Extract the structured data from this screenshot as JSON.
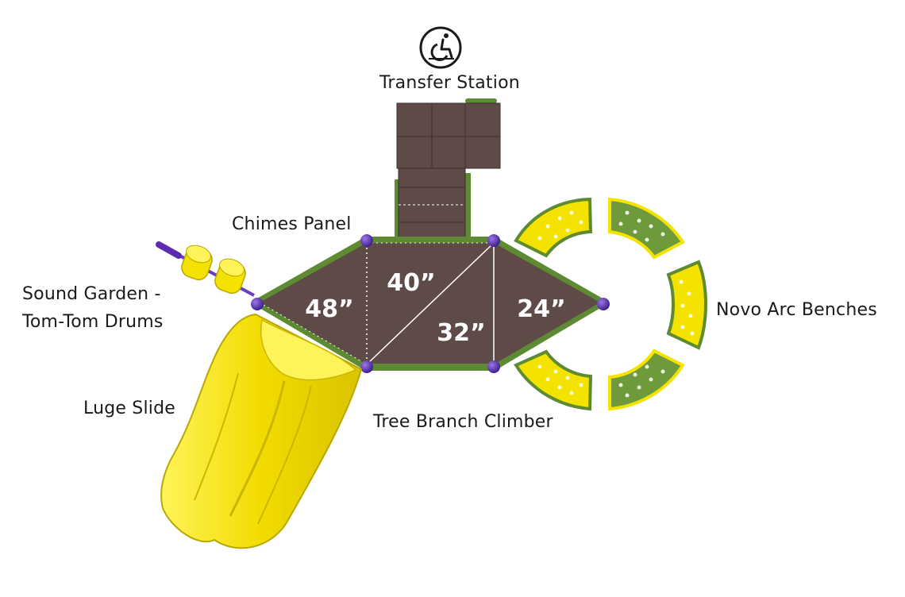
{
  "labels": {
    "transfer_station": "Transfer Station",
    "chimes_panel": "Chimes Panel",
    "sound_garden_line1": "Sound Garden -",
    "sound_garden_line2": "Tom-Tom Drums",
    "luge_slide": "Luge Slide",
    "tree_branch_climber": "Tree Branch Climber",
    "novo_arc_benches": "Novo Arc Benches"
  },
  "deck_heights": {
    "left": "48”",
    "center_top": "40”",
    "center_bottom": "32”",
    "right": "24”"
  },
  "icons": {
    "accessibility": "wheelchair-icon"
  },
  "colors": {
    "deck": "#5e4a47",
    "frame_green": "#5d8a32",
    "post_purple": "#5b2bb0",
    "slide_yellow": "#f4e200",
    "bench_green": "#6f9a3c"
  }
}
